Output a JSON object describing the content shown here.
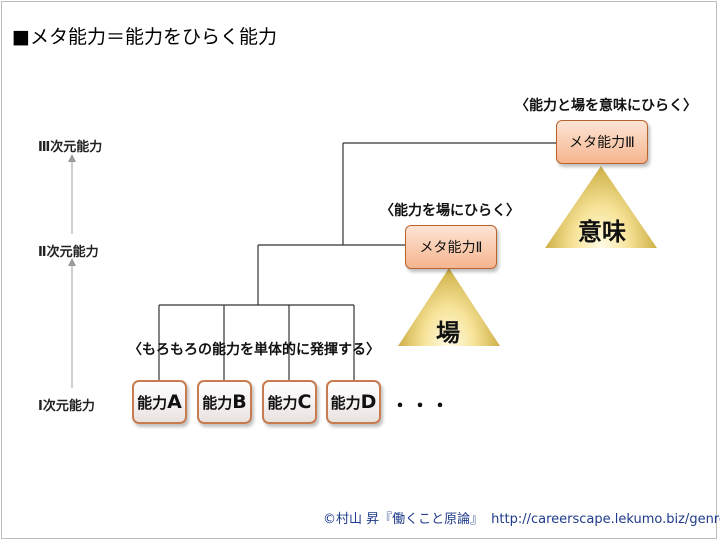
{
  "title": "■メタ能力＝能力をひらく能力",
  "levels": {
    "level3": "Ⅲ次元能力",
    "level2": "Ⅱ次元能力",
    "level1": "Ⅰ次元能力"
  },
  "abilities": [
    {
      "prefix": "能力",
      "letter": "A"
    },
    {
      "prefix": "能力",
      "letter": "B"
    },
    {
      "prefix": "能力",
      "letter": "C"
    },
    {
      "prefix": "能力",
      "letter": "D"
    }
  ],
  "ellipsis": "・・・",
  "captions": {
    "bottom": "〈もろもろの能力を単体的に発揮する〉",
    "middle": "〈能力を場にひらく〉",
    "top": "〈能力と場を意味にひらく〉"
  },
  "meta_boxes": {
    "meta2": "メタ能力Ⅱ",
    "meta3": "メタ能力Ⅲ"
  },
  "cones": {
    "ba": "場",
    "imi": "意味"
  },
  "footer": {
    "credit": "©村山 昇『働くこと原論』",
    "url": "http://careerscape.lekumo.biz/genron/"
  },
  "colors": {
    "ability_border": "#c77b4f",
    "meta_fill": "#f5b58f",
    "cone_gold": "#d8b84a",
    "footer_text": "#1f3a8a"
  }
}
